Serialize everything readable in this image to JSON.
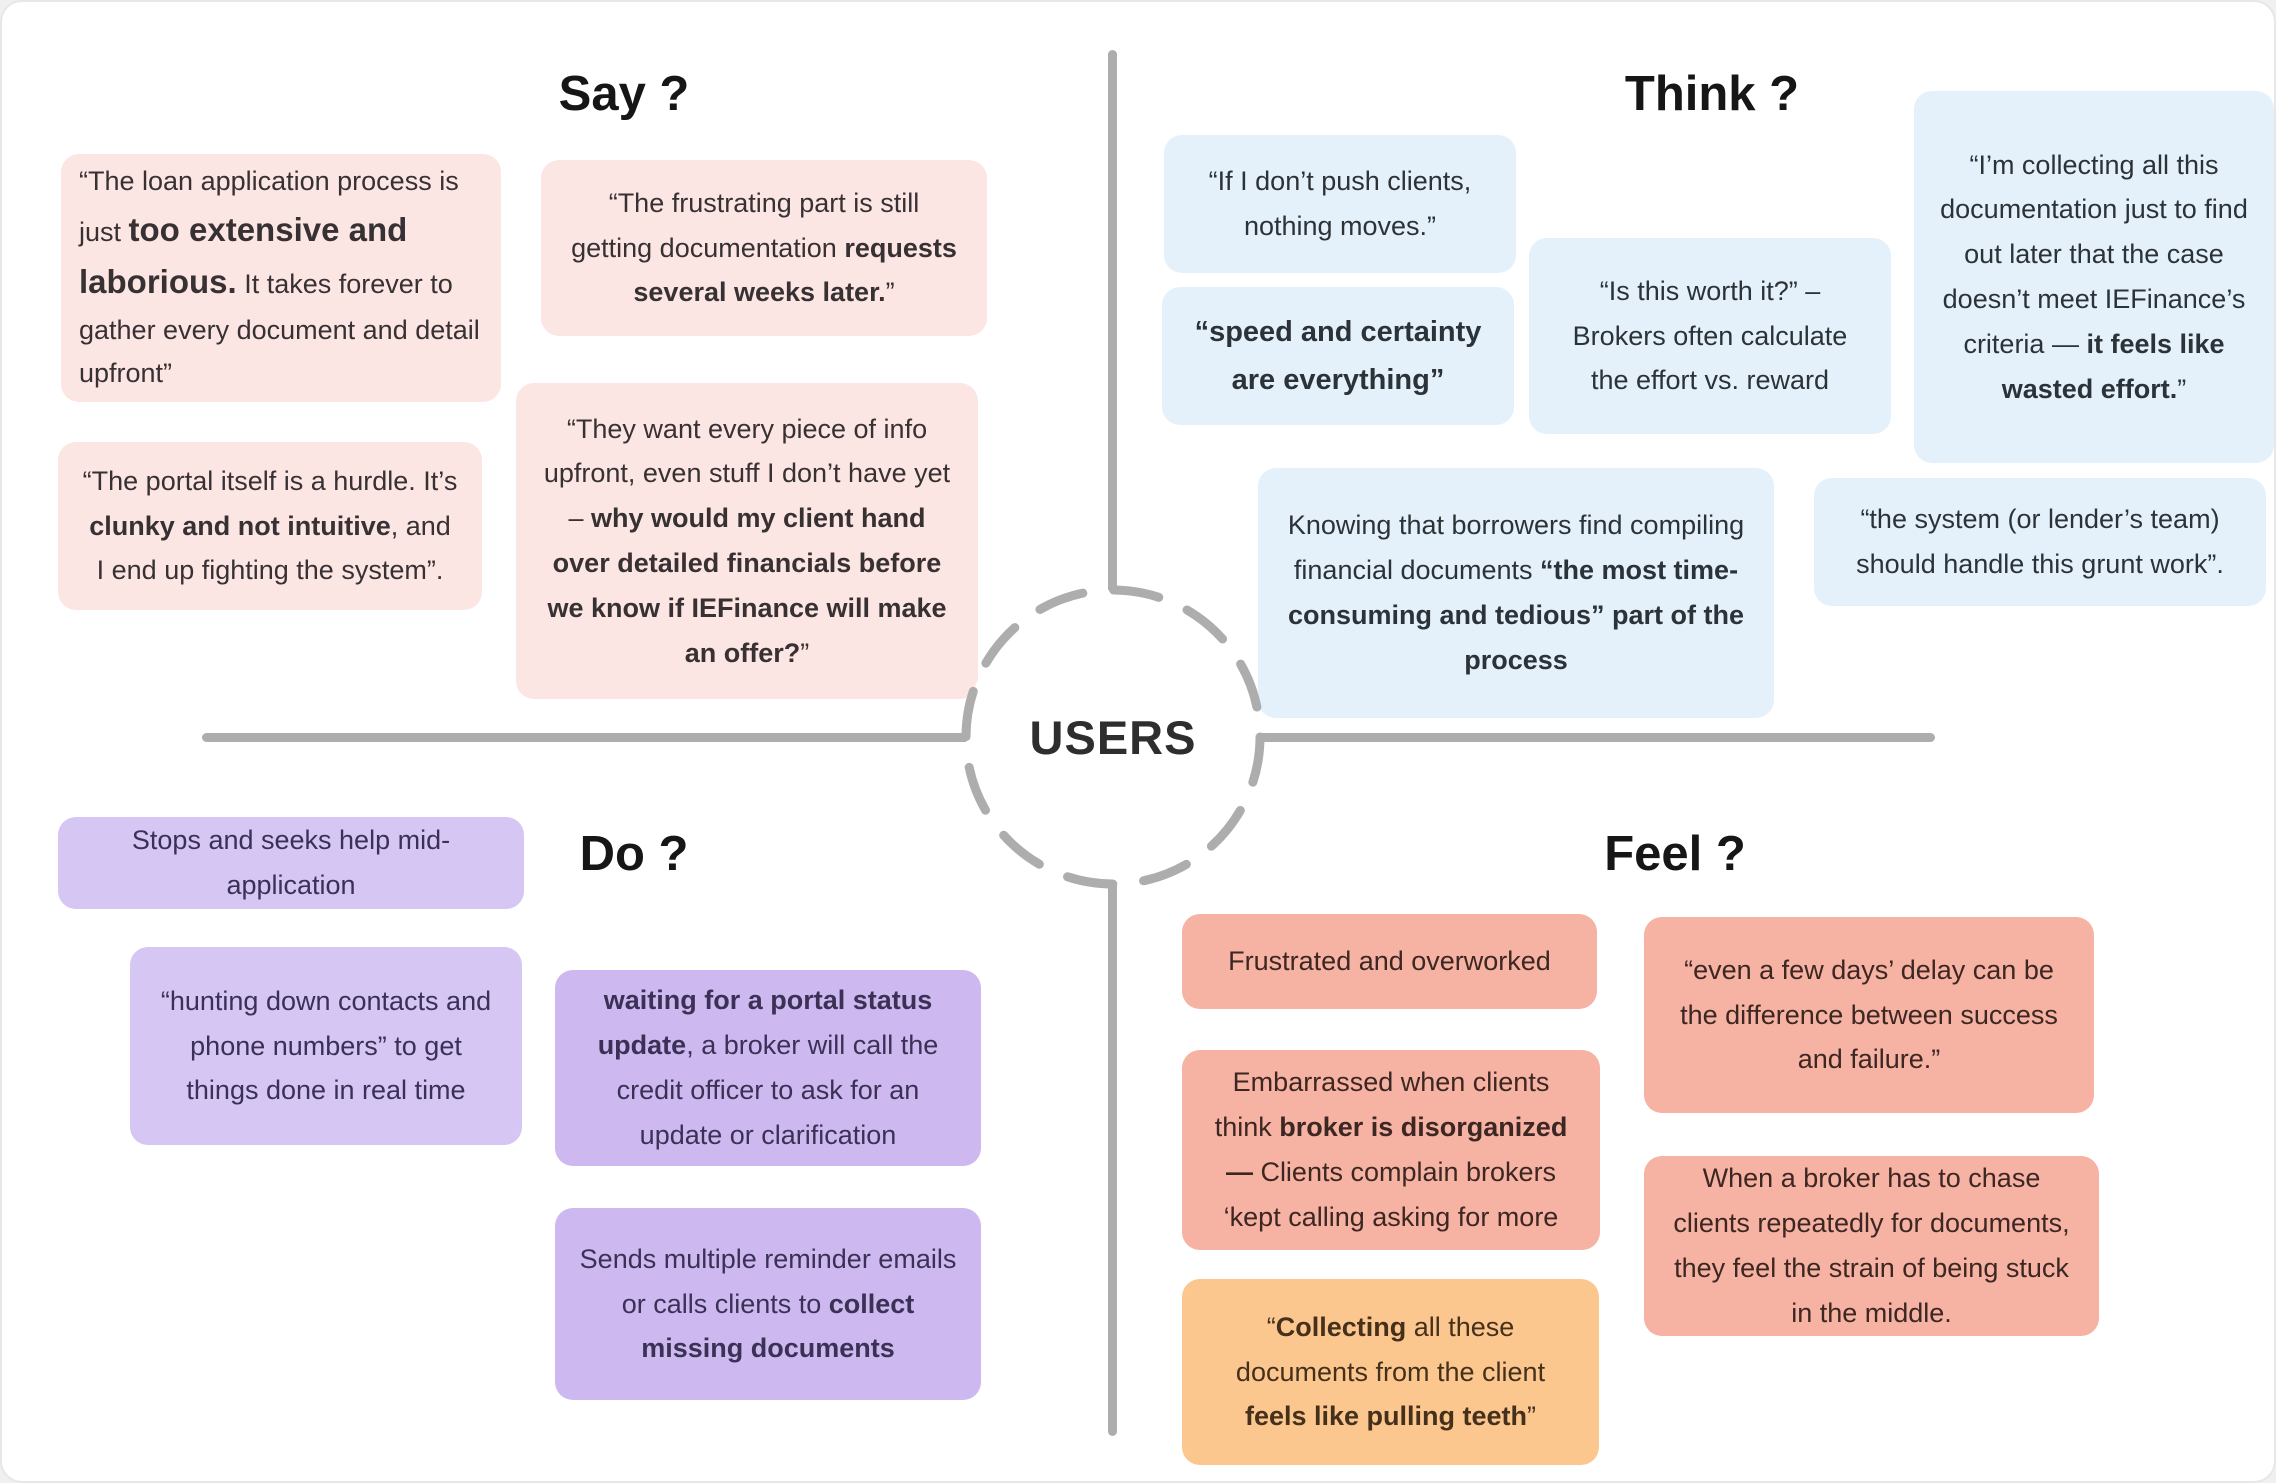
{
  "center": {
    "label": "USERS"
  },
  "colors": {
    "say_note": "#fce6e3",
    "think_note": "#e4f1fb",
    "do_note": "#d5c6f3",
    "do_note_deep": "#cdb9f0",
    "feel_note": "#f6b2a2",
    "feel_orange": "#fbc78e",
    "line": "#adadad",
    "title_ink": "#161616",
    "users_ink": "#2e2e2e"
  },
  "quadrants": {
    "say": {
      "title": "Say ?",
      "notes": [
        {
          "segments": [
            {
              "t": "“The loan application process is just "
            },
            {
              "t": "too extensive and laborious.",
              "b": 1,
              "big": 1
            },
            {
              "t": " It takes forever to gather every document and detail upfront”"
            }
          ]
        },
        {
          "segments": [
            {
              "t": "“The frustrating part is still getting documentation "
            },
            {
              "t": "requests several weeks later.",
              "b": 1
            },
            {
              "t": "”"
            }
          ]
        },
        {
          "segments": [
            {
              "t": "“The portal itself is a hurdle. It’s "
            },
            {
              "t": "clunky and not intuitive",
              "b": 1
            },
            {
              "t": ", and I end up fighting the system”."
            }
          ]
        },
        {
          "segments": [
            {
              "t": "“They want every piece of info upfront, even stuff I don’t have yet – "
            },
            {
              "t": "why would my client hand over detailed financials before we know if IEFinance will make an offer?",
              "b": 1
            },
            {
              "t": "”"
            }
          ]
        }
      ]
    },
    "think": {
      "title": "Think ?",
      "notes": [
        {
          "segments": [
            {
              "t": "“If I don’t push clients, nothing moves.”"
            }
          ]
        },
        {
          "segments": [
            {
              "t": "“speed and certainty are everything”",
              "b": 1
            }
          ]
        },
        {
          "segments": [
            {
              "t": "“Is this worth it?” – Brokers often calculate the effort vs. reward"
            }
          ]
        },
        {
          "segments": [
            {
              "t": "“I’m collecting all this documentation just to find out later that the case doesn’t meet IEFinance’s criteria — "
            },
            {
              "t": "it feels like wasted effort.",
              "b": 1
            },
            {
              "t": "”"
            }
          ]
        },
        {
          "segments": [
            {
              "t": "Knowing that borrowers find compiling financial documents "
            },
            {
              "t": "“the most time-consuming and tedious” part of the process",
              "b": 1
            }
          ]
        },
        {
          "segments": [
            {
              "t": "“the system (or lender’s team) should handle this grunt work”."
            }
          ]
        }
      ]
    },
    "do": {
      "title": "Do ?",
      "notes": [
        {
          "segments": [
            {
              "t": "Stops and seeks help mid-application"
            }
          ]
        },
        {
          "segments": [
            {
              "t": "“hunting down contacts and phone numbers” to get things done in real time"
            }
          ]
        },
        {
          "segments": [
            {
              "t": "waiting for a portal status update",
              "b": 1
            },
            {
              "t": ", a broker will call the credit officer to ask for an update or clarification"
            }
          ]
        },
        {
          "segments": [
            {
              "t": "Sends multiple reminder emails or calls clients to "
            },
            {
              "t": "collect missing documents",
              "b": 1
            }
          ]
        }
      ]
    },
    "feel": {
      "title": "Feel ?",
      "notes": [
        {
          "segments": [
            {
              "t": "Frustrated and overworked"
            }
          ]
        },
        {
          "segments": [
            {
              "t": "“even a few days’ delay can be the difference between success and failure.”"
            }
          ]
        },
        {
          "segments": [
            {
              "t": "Embarrassed when clients think "
            },
            {
              "t": "broker is disorganized —",
              "b": 1
            },
            {
              "t": " Clients complain brokers ‘kept calling asking for more"
            }
          ]
        },
        {
          "segments": [
            {
              "t": "When a broker has to chase clients repeatedly for documents, they feel the strain of being stuck in the middle."
            }
          ]
        },
        {
          "segments": [
            {
              "t": "“"
            },
            {
              "t": "Collecting",
              "b": 1
            },
            {
              "t": " all these documents from the client "
            },
            {
              "t": "feels like pulling teeth",
              "b": 1
            },
            {
              "t": "”"
            }
          ]
        }
      ]
    }
  }
}
